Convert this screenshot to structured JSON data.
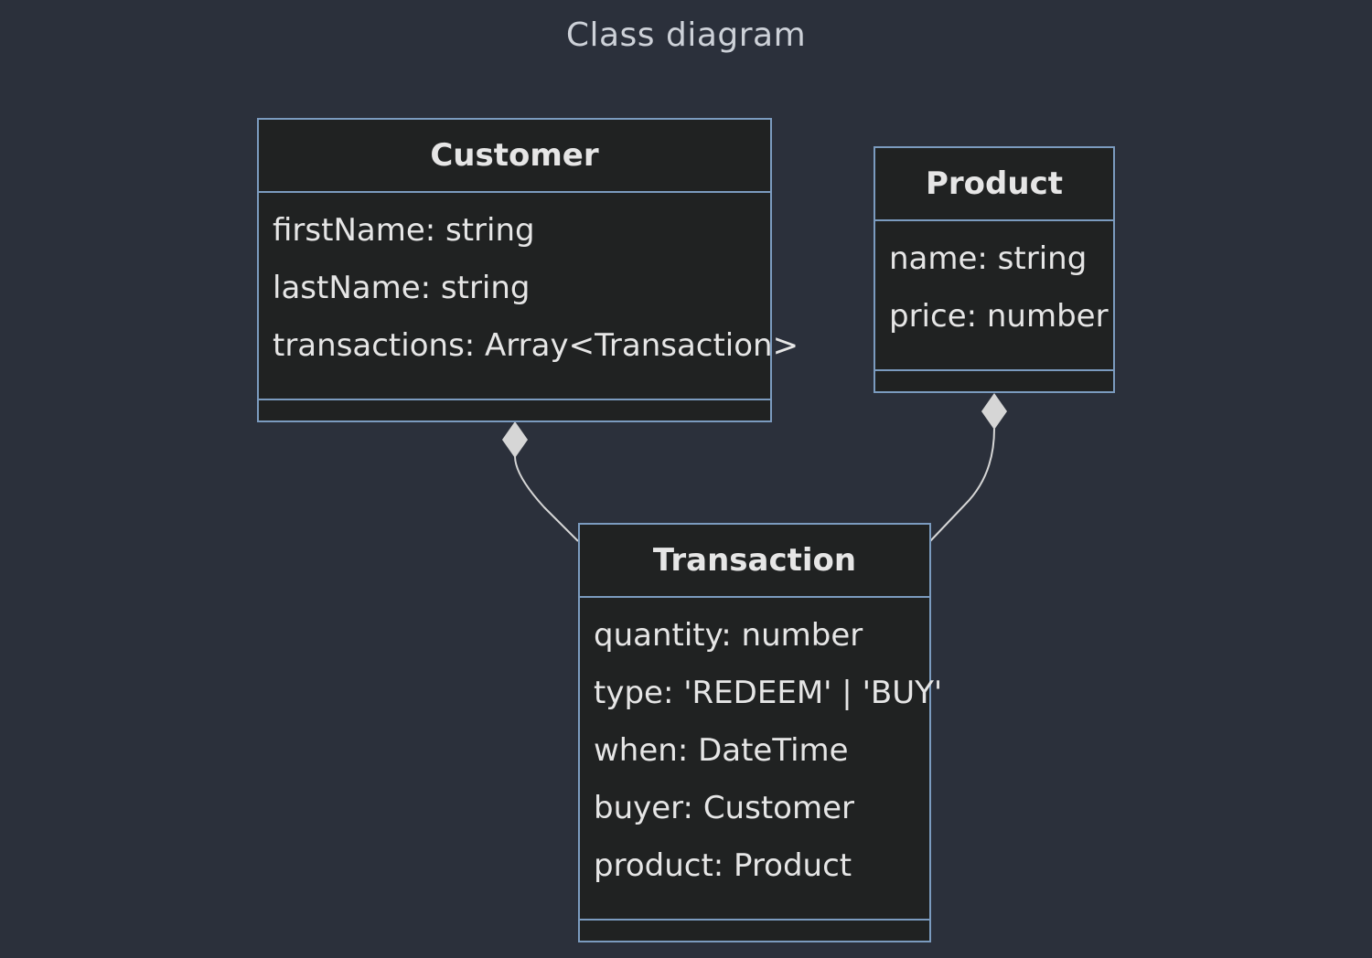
{
  "diagram": {
    "title": "Class diagram",
    "classes": {
      "customer": {
        "name": "Customer",
        "attributes": [
          "firstName: string",
          "lastName: string",
          "transactions: Array<Transaction>"
        ],
        "methods": []
      },
      "product": {
        "name": "Product",
        "attributes": [
          "name: string",
          "price: number"
        ],
        "methods": []
      },
      "transaction": {
        "name": "Transaction",
        "attributes": [
          "quantity: number",
          "type: 'REDEEM' | 'BUY'",
          "when: DateTime",
          "buyer: Customer",
          "product: Product"
        ],
        "methods": []
      }
    },
    "relations": [
      {
        "from": "Customer",
        "to": "Transaction",
        "type": "composition"
      },
      {
        "from": "Product",
        "to": "Transaction",
        "type": "composition"
      }
    ],
    "colors": {
      "background": "#2b303b",
      "box_fill": "#202222",
      "box_border": "#7b9bbf",
      "text": "#e6e6e6",
      "title_text": "#cdd1d8",
      "edge": "#d6d6d6"
    }
  }
}
